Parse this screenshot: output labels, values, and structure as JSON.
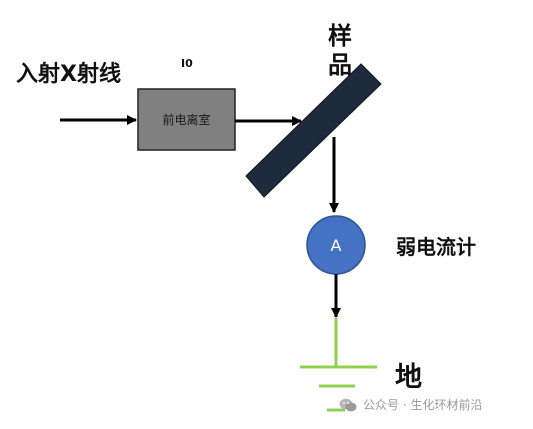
{
  "labels": {
    "incoming_xray": "入射X射线",
    "io_label": "I0",
    "ionization_chamber": "前电离室",
    "sample": "样品",
    "ammeter_symbol": "A",
    "ammeter_label": "弱电流计",
    "ground": "地"
  },
  "watermark": {
    "text": "公众号 · 生化环材前沿",
    "icon": "wechat-icon"
  },
  "colors": {
    "arrow": "#000000",
    "chamber_fill": "#808080",
    "sample_fill": "#1e2b3c",
    "meter_fill": "#4472c4",
    "ground_wire": "#8fd14f",
    "watermark": "#9a9a9a"
  }
}
